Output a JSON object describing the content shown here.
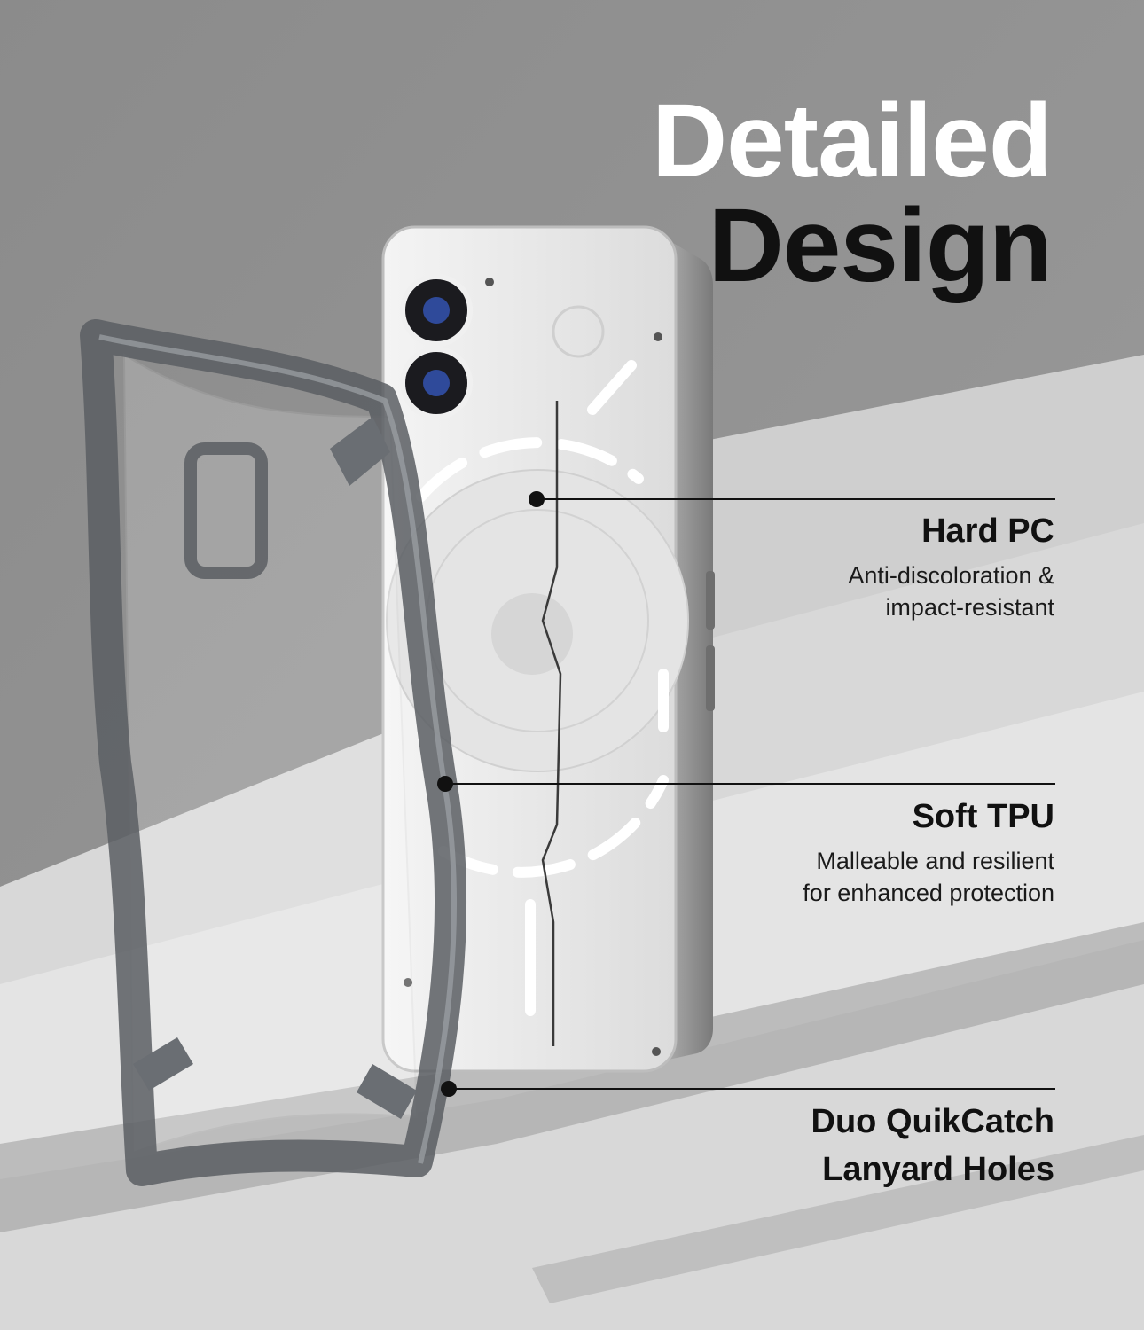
{
  "title": {
    "line1": "Detailed",
    "line2": "Design"
  },
  "callouts": [
    {
      "heading": "Hard PC",
      "desc_line1": "Anti-discoloration &",
      "desc_line2": "impact-resistant"
    },
    {
      "heading": "Soft TPU",
      "desc_line1": "Malleable and resilient",
      "desc_line2": "for enhanced protection"
    },
    {
      "heading_line1": "Duo QuikCatch",
      "heading_line2": "Lanyard Holes"
    }
  ],
  "colors": {
    "background": "#8e8e8e",
    "floor": "#d9d9d9",
    "title_light": "#ffffff",
    "title_dark": "#111111",
    "phone_body": "#ececec",
    "case_frame": "#5b5e63"
  },
  "icons": [
    "camera-lens-icon",
    "led-strip-icon",
    "screw-icon"
  ]
}
